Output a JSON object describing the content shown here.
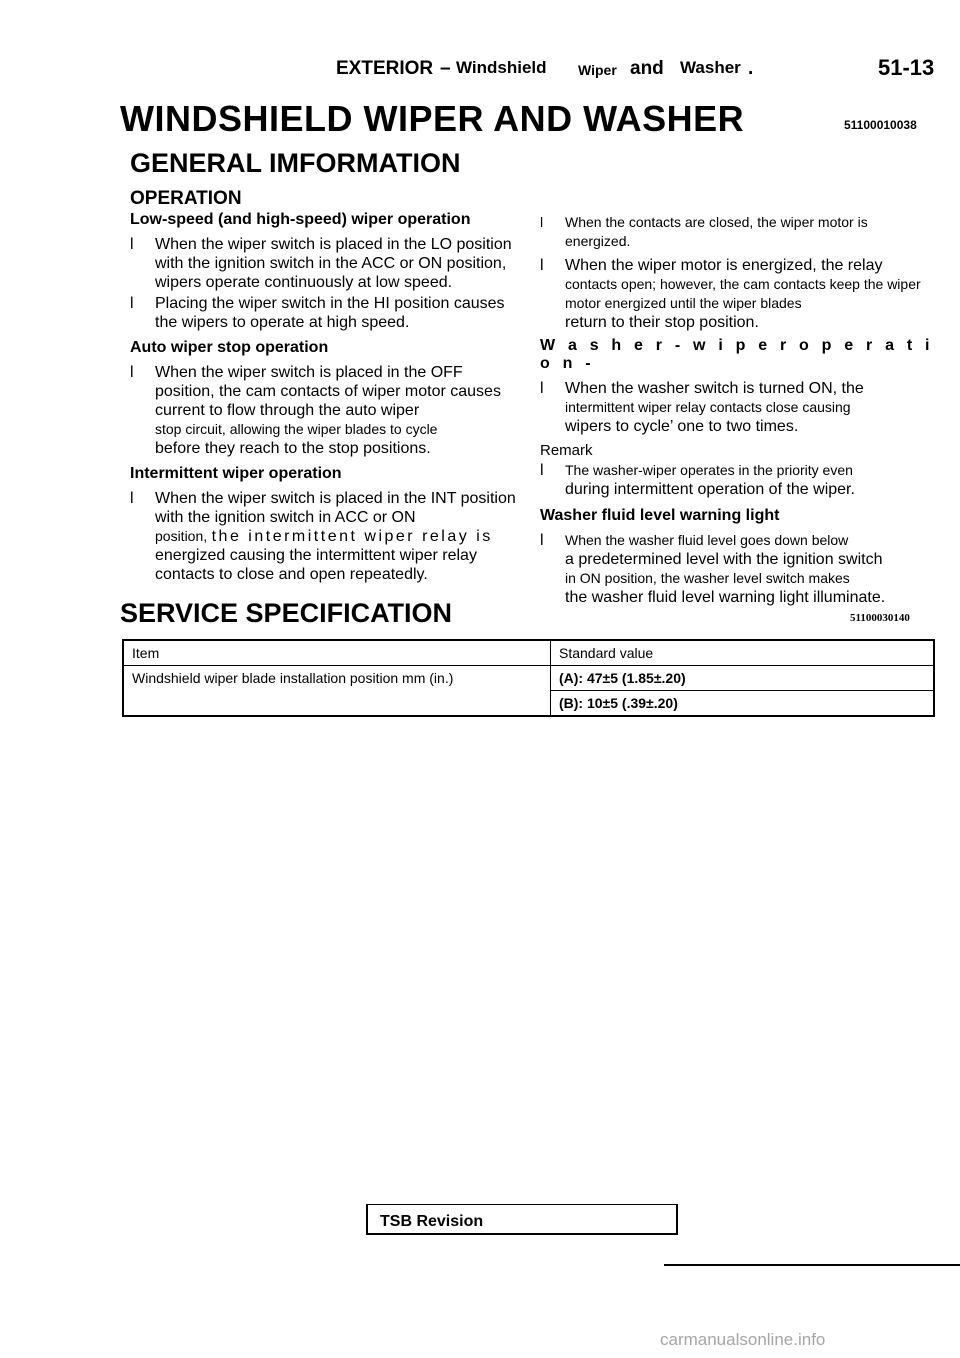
{
  "header": {
    "section": "EXTERIOR",
    "dash": "–",
    "word1": "Windshield",
    "word2": "Wiper",
    "word3": "and",
    "word4": "Washer",
    "dot": ".",
    "page": "51-13"
  },
  "title": "WINDSHIELD WIPER AND WASHER",
  "title_code": "51100010038",
  "subtitle": "GENERAL IMFORMATION",
  "operation_heading": "OPERATION",
  "left": {
    "low_heading": "Low-speed (and high-speed) wiper operation",
    "low_items": [
      "When the wiper switch is placed in the LO position with the ignition switch in the ACC or ON position, wipers operate continuously at low speed.",
      "Placing the wiper switch in the HI position causes the wipers to operate at high speed."
    ],
    "auto_heading": "Auto wiper stop operation",
    "auto_item_a": "When the wiper switch is placed in the OFF position, the cam contacts of wiper motor causes current to flow through the auto wiper",
    "auto_item_b": "stop circuit, allowing the wiper blades to cycle",
    "auto_item_c": "before they reach to the stop positions.",
    "int_heading": "Intermittent wiper operation",
    "int_item_a": "When the wiper switch is placed in the INT position with the ignition switch in ACC or ON",
    "int_item_b": "position,",
    "int_item_c": "the intermittent wiper relay is",
    "int_item_d": "energized causing the intermittent wiper relay contacts to close and open repeatedly."
  },
  "right": {
    "item1": "When the contacts are closed, the wiper motor is energized.",
    "item2_a": "When the wiper motor is energized, the relay",
    "item2_b": "contacts open; however, the cam contacts keep the wiper motor energized until the wiper blades",
    "item2_c": "return to their stop position.",
    "washer_heading": "W a s h e r - w i p e r   o p e r a t i o n -",
    "item3_a": "When the washer switch is turned ON, the",
    "item3_b": "intermittent wiper relay contacts close causing",
    "item3_c": "wipers to cycle’ one to two times.",
    "remark_label": "Remark",
    "item4_a": "The washer-wiper operates in the priority even",
    "item4_b": "during intermittent operation of the wiper.",
    "fluid_heading": "Washer fluid level warning light",
    "item5_a": "When the washer fluid level goes down below",
    "item5_b": "a predetermined level with the ignition switch",
    "item5_c": "in ON position, the washer level switch makes",
    "item5_d": "the washer fluid level warning light illuminate."
  },
  "bullet": "l",
  "service": {
    "heading": "SERVICE SPECIFICATION",
    "code": "51100030140",
    "col_item": "Item",
    "col_standard": "Standard value",
    "row_item": "Windshield wiper blade installation position mm (in.)",
    "value_a": "(A): 47±5 (1.85±.20)",
    "value_b": "(B): 10±5 (.39±.20)"
  },
  "footer": {
    "tsb": "TSB Revision",
    "watermark": "carmanualsonline.info"
  }
}
